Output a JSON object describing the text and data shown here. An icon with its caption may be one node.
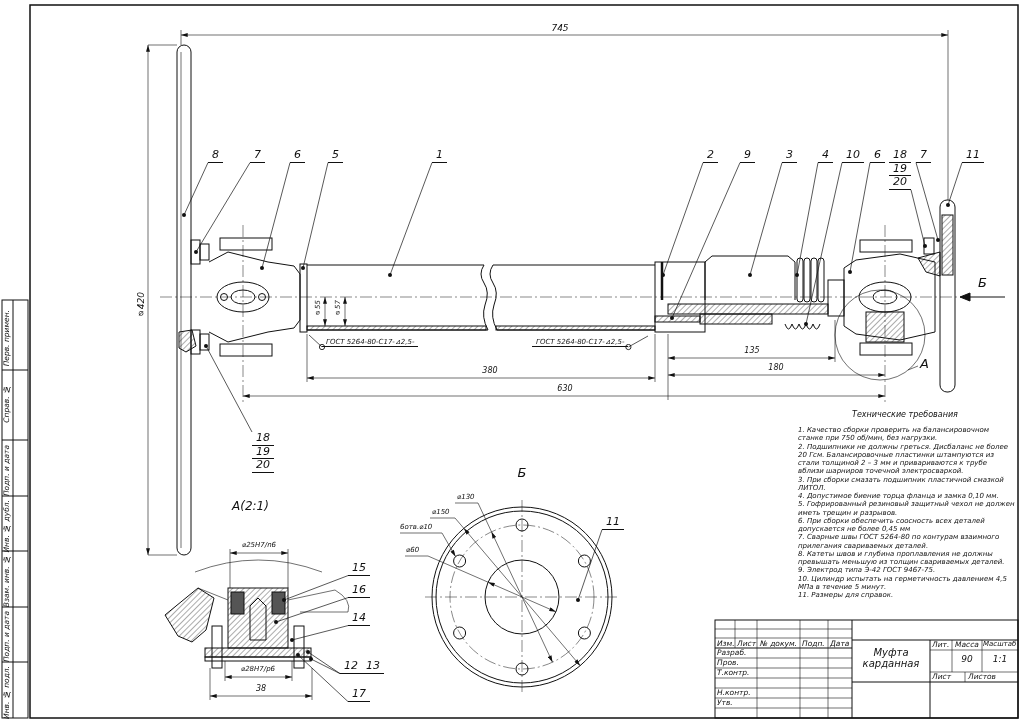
{
  "diagram": {
    "nodes": [
      {
        "text": [
          "8"
        ]
      },
      {
        "text": [
          "7"
        ]
      },
      {
        "text": [
          "6"
        ]
      },
      {
        "text": [
          "5"
        ]
      },
      {
        "text": [
          "1"
        ]
      },
      {
        "text": [
          "2"
        ]
      },
      {
        "text": [
          "9"
        ]
      },
      {
        "text": [
          "3"
        ]
      },
      {
        "text": [
          "4"
        ]
      },
      {
        "text": [
          "10"
        ]
      },
      {
        "text": [
          "6"
        ]
      },
      {
        "text": [
          "18",
          "19",
          "20"
        ]
      },
      {
        "text": [
          "7"
        ]
      },
      {
        "text": [
          "11"
        ]
      },
      {
        "text": [
          "18",
          "19",
          "20"
        ]
      },
      {
        "text": [
          "15"
        ]
      },
      {
        "text": [
          "16"
        ]
      },
      {
        "text": [
          "14"
        ]
      },
      {
        "text": [
          "12",
          "13"
        ]
      },
      {
        "text": [
          "17"
        ]
      },
      {
        "text": [
          "11"
        ]
      },
      {
        "text": [
          "ГОСТ 5264-80-С17-⊿2,5-"
        ]
      },
      {
        "text": [
          "ГОСТ 5264-80-С17-⊿2,5-"
        ]
      }
    ],
    "edges": [
      {
        "from": 0,
        "to": null,
        "arrow": "other"
      },
      {
        "from": 1,
        "to": null,
        "arrow": "other"
      },
      {
        "from": 2,
        "to": null,
        "arrow": "other"
      },
      {
        "from": 3,
        "to": null,
        "arrow": "other"
      },
      {
        "from": 4,
        "to": null,
        "arrow": "other"
      },
      {
        "from": 5,
        "to": null,
        "arrow": "other"
      },
      {
        "from": 6,
        "to": null,
        "arrow": "other"
      },
      {
        "from": 7,
        "to": null,
        "arrow": "other"
      },
      {
        "from": 8,
        "to": null,
        "arrow": "other"
      },
      {
        "from": 9,
        "to": null,
        "arrow": "other"
      },
      {
        "from": 10,
        "to": null,
        "arrow": "other"
      },
      {
        "from": 11,
        "to": null,
        "arrow": "other"
      },
      {
        "from": 12,
        "to": null,
        "arrow": "other"
      },
      {
        "from": 13,
        "to": null,
        "arrow": "other"
      },
      {
        "from": 14,
        "to": null,
        "arrow": "other"
      },
      {
        "from": 15,
        "to": null,
        "arrow": "other"
      },
      {
        "from": 16,
        "to": null,
        "arrow": "other"
      },
      {
        "from": 17,
        "to": null,
        "arrow": "other"
      },
      {
        "from": 18,
        "to": null,
        "arrow": "other"
      },
      {
        "from": 18,
        "to": null,
        "arrow": "other"
      },
      {
        "from": 19,
        "to": null,
        "arrow": "other"
      },
      {
        "from": 20,
        "to": null,
        "arrow": "other"
      },
      {
        "from": 21,
        "to": null,
        "arrow": "other"
      },
      {
        "from": 22,
        "to": null,
        "arrow": "other"
      }
    ],
    "labels": [
      "745",
      "⌀420",
      "⌀55",
      "⌀57",
      "380",
      "630",
      "135",
      "180",
      "А",
      "Б",
      "А(2:1)",
      "⌀25H7/n6",
      "⌀28H7/p6",
      "38",
      "Б",
      "⌀130",
      "⌀150",
      "6отв.⌀10",
      "⌀60",
      "Технические требования",
      "1. Качество сборки проверить на балансировочном станке при 750 об/мин, без нагрузки.",
      "2. Подшипники не должны греться. Дисбаланс не более 20 Гсм. Балансировочные пластинки штампуются из стали толщиной 2 – 3 мм и привариваются к трубе вблизи шарниров точечной электросваркой.",
      "3. При сборки смазать подшипник пластичной смазкой ЛИТОЛ.",
      "4. Допустимое биение торца фланца и замка 0,10 мм.",
      "5. Гофрированный резиновый защитный чехол не должен иметь трещин и разрывов.",
      "6. При сборки обеспечить соосность всех деталей допускается не более 0,45 мм",
      "7. Сварные швы ГОСТ 5264-80 по контурам взаимного прилегания свариваемых деталей.",
      "8. Катеты швов и глубина проплавления не должны превышать меньшую из толщин свариваемых деталей.",
      "9. Электрод типа Э-42 ГОСТ 9467-75.",
      "10. Цилиндр испытать на герметичность давлением 4,5 МПа в течение 5 минут.",
      "11. Размеры для справок.",
      "Изм.",
      "Лист",
      "№ докум.",
      "Подп.",
      "Дата",
      "Разраб.",
      "Пров.",
      "Т.контр.",
      "Н.контр.",
      "Утв.",
      "Муфта карданная",
      "Лит.",
      "Масса",
      "Масштаб",
      "90",
      "1:1",
      "Лист",
      "Листов",
      "Перв. примен.",
      "Справ. №",
      "Подп. и дата",
      "Инв. № дубл.",
      "Взам. инв. №",
      "Подп. и дата",
      "Инв. № подл."
    ]
  }
}
